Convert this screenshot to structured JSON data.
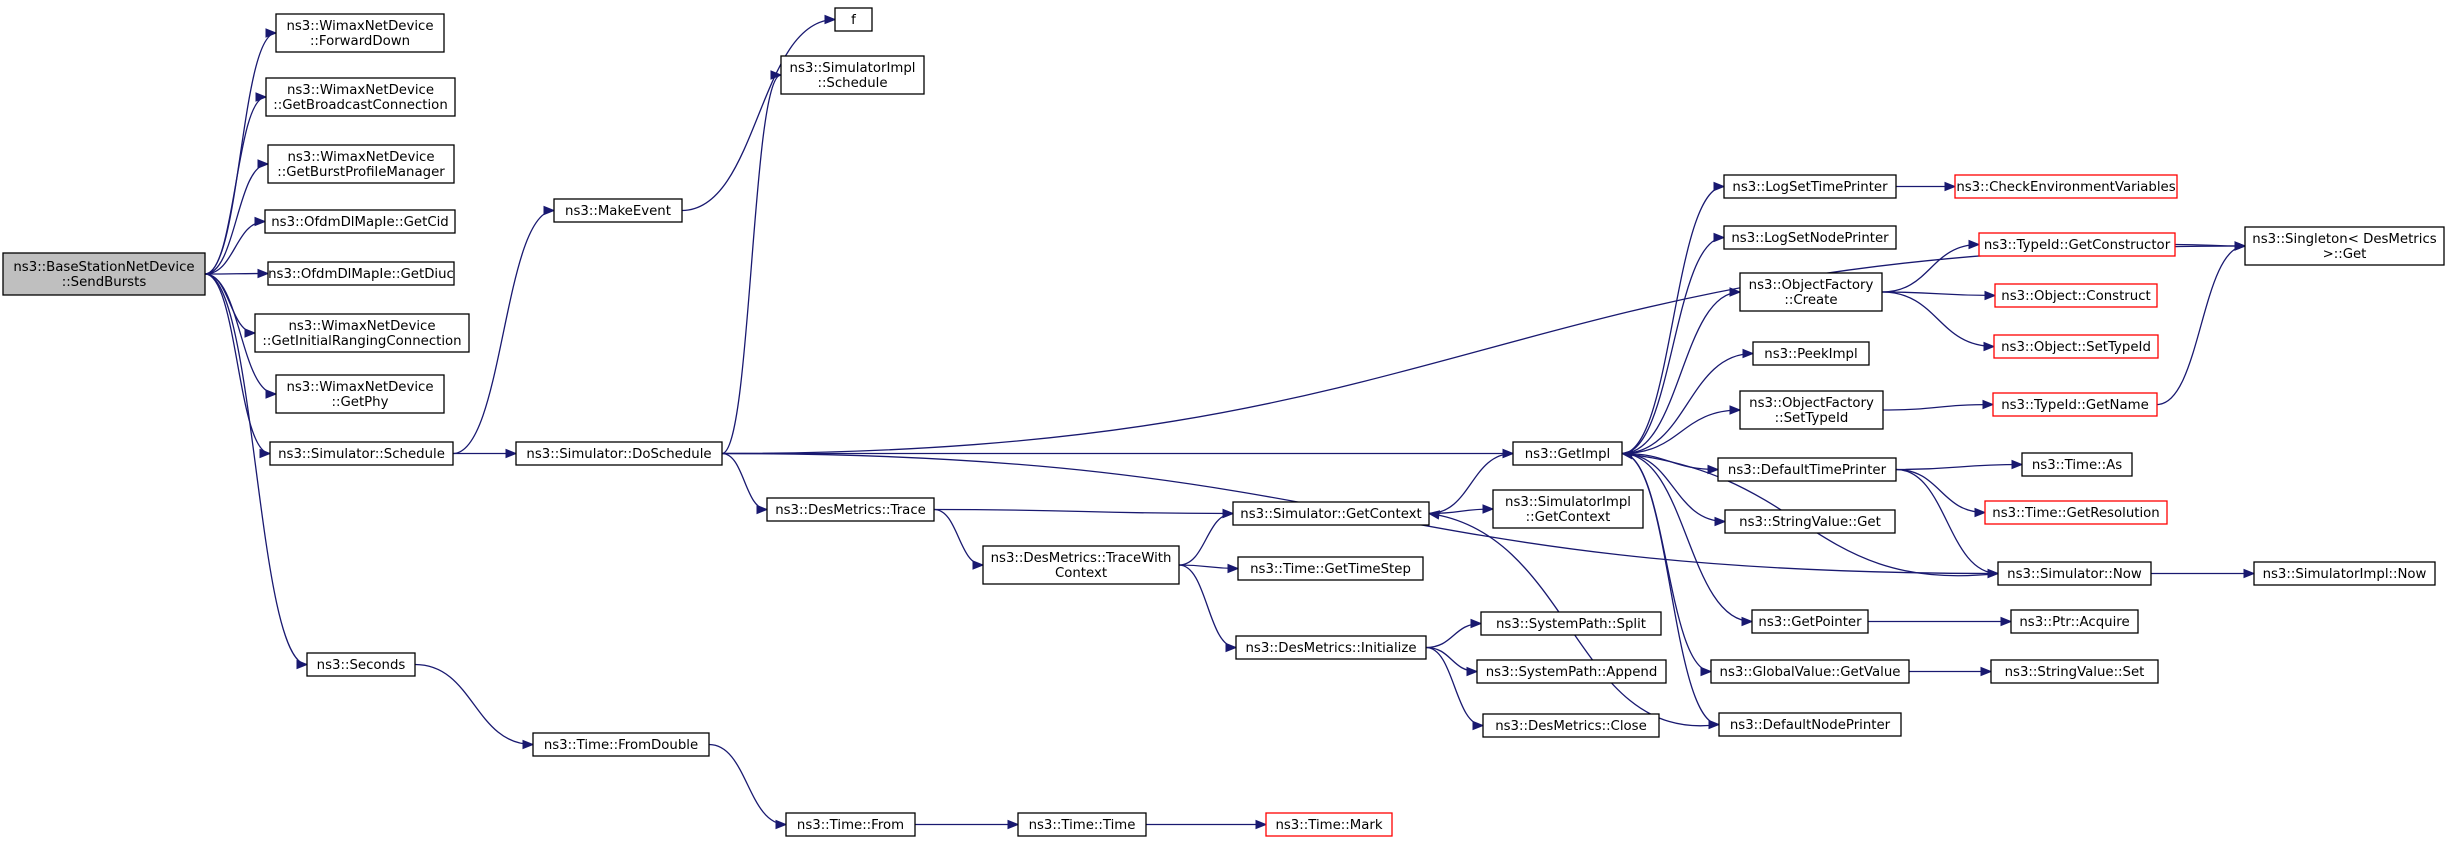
{
  "colors": {
    "edge": "#191970",
    "node_border": "#000000",
    "node_border_truncated": "#ff0000",
    "root_fill": "#bfbfbf",
    "node_fill": "#ffffff"
  },
  "nodes": [
    {
      "id": "root",
      "lines": [
        "ns3::BaseStationNetDevice",
        "::SendBursts"
      ],
      "style": "root"
    },
    {
      "id": "fwd",
      "lines": [
        "ns3::WimaxNetDevice",
        "::ForwardDown"
      ]
    },
    {
      "id": "gbc",
      "lines": [
        "ns3::WimaxNetDevice",
        "::GetBroadcastConnection"
      ]
    },
    {
      "id": "gbpm",
      "lines": [
        "ns3::WimaxNetDevice",
        "::GetBurstProfileManager"
      ]
    },
    {
      "id": "gcid",
      "lines": [
        "ns3::OfdmDlMapIe::GetCid"
      ]
    },
    {
      "id": "gdiuc",
      "lines": [
        "ns3::OfdmDlMapIe::GetDiuc"
      ]
    },
    {
      "id": "girc",
      "lines": [
        "ns3::WimaxNetDevice",
        "::GetInitialRangingConnection"
      ]
    },
    {
      "id": "gphy",
      "lines": [
        "ns3::WimaxNetDevice",
        "::GetPhy"
      ]
    },
    {
      "id": "sched",
      "lines": [
        "ns3::Simulator::Schedule"
      ]
    },
    {
      "id": "secs",
      "lines": [
        "ns3::Seconds"
      ]
    },
    {
      "id": "mkev",
      "lines": [
        "ns3::MakeEvent"
      ]
    },
    {
      "id": "f",
      "lines": [
        "f"
      ]
    },
    {
      "id": "siSched",
      "lines": [
        "ns3::SimulatorImpl",
        "::Schedule"
      ]
    },
    {
      "id": "dosched",
      "lines": [
        "ns3::Simulator::DoSchedule"
      ]
    },
    {
      "id": "dmtrace",
      "lines": [
        "ns3::DesMetrics::Trace"
      ]
    },
    {
      "id": "dmtwc",
      "lines": [
        "ns3::DesMetrics::TraceWith",
        "Context"
      ]
    },
    {
      "id": "fromdbl",
      "lines": [
        "ns3::Time::FromDouble"
      ]
    },
    {
      "id": "from",
      "lines": [
        "ns3::Time::From"
      ]
    },
    {
      "id": "ttime",
      "lines": [
        "ns3::Time::Time"
      ]
    },
    {
      "id": "mark",
      "lines": [
        "ns3::Time::Mark"
      ],
      "style": "red"
    },
    {
      "id": "getctx",
      "lines": [
        "ns3::Simulator::GetContext"
      ]
    },
    {
      "id": "gts",
      "lines": [
        "ns3::Time::GetTimeStep"
      ]
    },
    {
      "id": "dminit",
      "lines": [
        "ns3::DesMetrics::Initialize"
      ]
    },
    {
      "id": "sisgc",
      "lines": [
        "ns3::SimulatorImpl",
        "::GetContext"
      ]
    },
    {
      "id": "split",
      "lines": [
        "ns3::SystemPath::Split"
      ]
    },
    {
      "id": "append",
      "lines": [
        "ns3::SystemPath::Append"
      ]
    },
    {
      "id": "close",
      "lines": [
        "ns3::DesMetrics::Close"
      ]
    },
    {
      "id": "getimpl",
      "lines": [
        "ns3::GetImpl"
      ]
    },
    {
      "id": "lstp",
      "lines": [
        "ns3::LogSetTimePrinter"
      ]
    },
    {
      "id": "lsnp",
      "lines": [
        "ns3::LogSetNodePrinter"
      ]
    },
    {
      "id": "ofcreate",
      "lines": [
        "ns3::ObjectFactory",
        "::Create"
      ]
    },
    {
      "id": "peek",
      "lines": [
        "ns3::PeekImpl"
      ]
    },
    {
      "id": "ofsti",
      "lines": [
        "ns3::ObjectFactory",
        "::SetTypeId"
      ]
    },
    {
      "id": "dtp",
      "lines": [
        "ns3::DefaultTimePrinter"
      ]
    },
    {
      "id": "svget",
      "lines": [
        "ns3::StringValue::Get"
      ]
    },
    {
      "id": "getptr",
      "lines": [
        "ns3::GetPointer"
      ]
    },
    {
      "id": "gvget",
      "lines": [
        "ns3::GlobalValue::GetValue"
      ]
    },
    {
      "id": "dnp",
      "lines": [
        "ns3::DefaultNodePrinter"
      ]
    },
    {
      "id": "cev",
      "lines": [
        "ns3::CheckEnvironmentVariables"
      ],
      "style": "red"
    },
    {
      "id": "tigc",
      "lines": [
        "ns3::TypeId::GetConstructor"
      ],
      "style": "red"
    },
    {
      "id": "objc",
      "lines": [
        "ns3::Object::Construct"
      ],
      "style": "red"
    },
    {
      "id": "objsti",
      "lines": [
        "ns3::Object::SetTypeId"
      ],
      "style": "red"
    },
    {
      "id": "tign",
      "lines": [
        "ns3::TypeId::GetName"
      ],
      "style": "red"
    },
    {
      "id": "tas",
      "lines": [
        "ns3::Time::As"
      ]
    },
    {
      "id": "tgr",
      "lines": [
        "ns3::Time::GetResolution"
      ],
      "style": "red"
    },
    {
      "id": "snow",
      "lines": [
        "ns3::Simulator::Now"
      ]
    },
    {
      "id": "ptracq",
      "lines": [
        "ns3::Ptr::Acquire"
      ]
    },
    {
      "id": "svset",
      "lines": [
        "ns3::StringValue::Set"
      ]
    },
    {
      "id": "singget",
      "lines": [
        "ns3::Singleton< DesMetrics",
        ">::Get"
      ]
    },
    {
      "id": "sinow",
      "lines": [
        "ns3::SimulatorImpl::Now"
      ]
    }
  ],
  "edges": [
    [
      "root",
      "fwd"
    ],
    [
      "root",
      "gbc"
    ],
    [
      "root",
      "gbpm"
    ],
    [
      "root",
      "gcid"
    ],
    [
      "root",
      "gdiuc"
    ],
    [
      "root",
      "girc"
    ],
    [
      "root",
      "gphy"
    ],
    [
      "root",
      "sched"
    ],
    [
      "root",
      "secs"
    ],
    [
      "sched",
      "mkev"
    ],
    [
      "sched",
      "dosched"
    ],
    [
      "mkev",
      "f"
    ],
    [
      "dosched",
      "siSched"
    ],
    [
      "dosched",
      "singget"
    ],
    [
      "dosched",
      "getimpl"
    ],
    [
      "dosched",
      "dmtrace"
    ],
    [
      "dosched",
      "snow"
    ],
    [
      "dmtrace",
      "getctx"
    ],
    [
      "dmtrace",
      "dmtwc"
    ],
    [
      "dmtwc",
      "getctx"
    ],
    [
      "dmtwc",
      "gts"
    ],
    [
      "dmtwc",
      "dminit"
    ],
    [
      "dminit",
      "split"
    ],
    [
      "dminit",
      "append"
    ],
    [
      "dminit",
      "close"
    ],
    [
      "getctx",
      "getimpl"
    ],
    [
      "getctx",
      "sisgc"
    ],
    [
      "secs",
      "fromdbl"
    ],
    [
      "fromdbl",
      "from"
    ],
    [
      "from",
      "ttime"
    ],
    [
      "ttime",
      "mark"
    ],
    [
      "getimpl",
      "lstp"
    ],
    [
      "getimpl",
      "lsnp"
    ],
    [
      "getimpl",
      "ofcreate"
    ],
    [
      "getimpl",
      "peek"
    ],
    [
      "getimpl",
      "ofsti"
    ],
    [
      "getimpl",
      "dtp"
    ],
    [
      "getimpl",
      "svget"
    ],
    [
      "getimpl",
      "getptr"
    ],
    [
      "getimpl",
      "gvget"
    ],
    [
      "getimpl",
      "dnp"
    ],
    [
      "lstp",
      "cev"
    ],
    [
      "ofcreate",
      "tigc"
    ],
    [
      "ofcreate",
      "objc"
    ],
    [
      "ofcreate",
      "objsti"
    ],
    [
      "ofsti",
      "tign"
    ],
    [
      "dtp",
      "tas"
    ],
    [
      "dtp",
      "tgr"
    ],
    [
      "dtp",
      "snow"
    ],
    [
      "getptr",
      "ptracq"
    ],
    [
      "gvget",
      "svset"
    ],
    [
      "tigc",
      "singget"
    ],
    [
      "tign",
      "singget"
    ],
    [
      "snow",
      "getimpl"
    ],
    [
      "snow",
      "sinow"
    ],
    [
      "dnp",
      "getctx"
    ]
  ]
}
